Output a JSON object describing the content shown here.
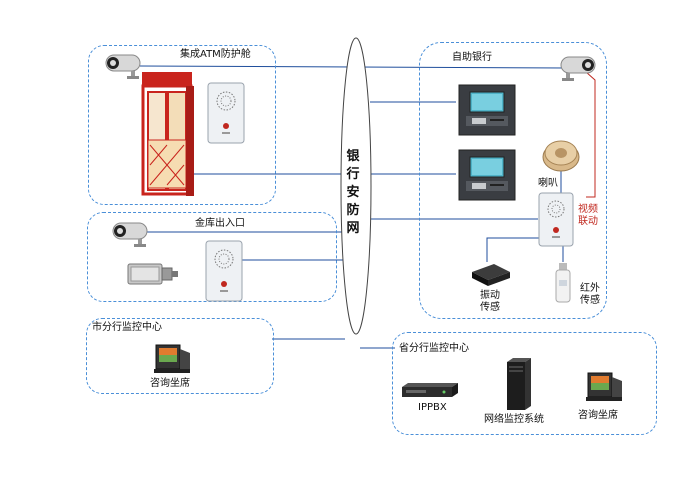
{
  "backbone": {
    "label": "银行安防网"
  },
  "zones": {
    "atm_booth": {
      "title": "集成ATM防护舱"
    },
    "vault": {
      "title": "金库出入口"
    },
    "self_bank": {
      "title": "自助银行",
      "speaker": "喇叭",
      "video_link": "视频联动",
      "vibration": "振动传感",
      "infrared": "红外传感"
    },
    "city_center": {
      "title": "市分行监控中心",
      "seat": "咨询坐席"
    },
    "province_center": {
      "title": "省分行监控中心",
      "ippbx": "IPPBX",
      "system": "网络监控系统",
      "seat": "咨询坐席"
    }
  },
  "colors": {
    "zone_border": "#4a8fd8",
    "link": "#1f4e9c",
    "video_link": "#c0281f"
  }
}
